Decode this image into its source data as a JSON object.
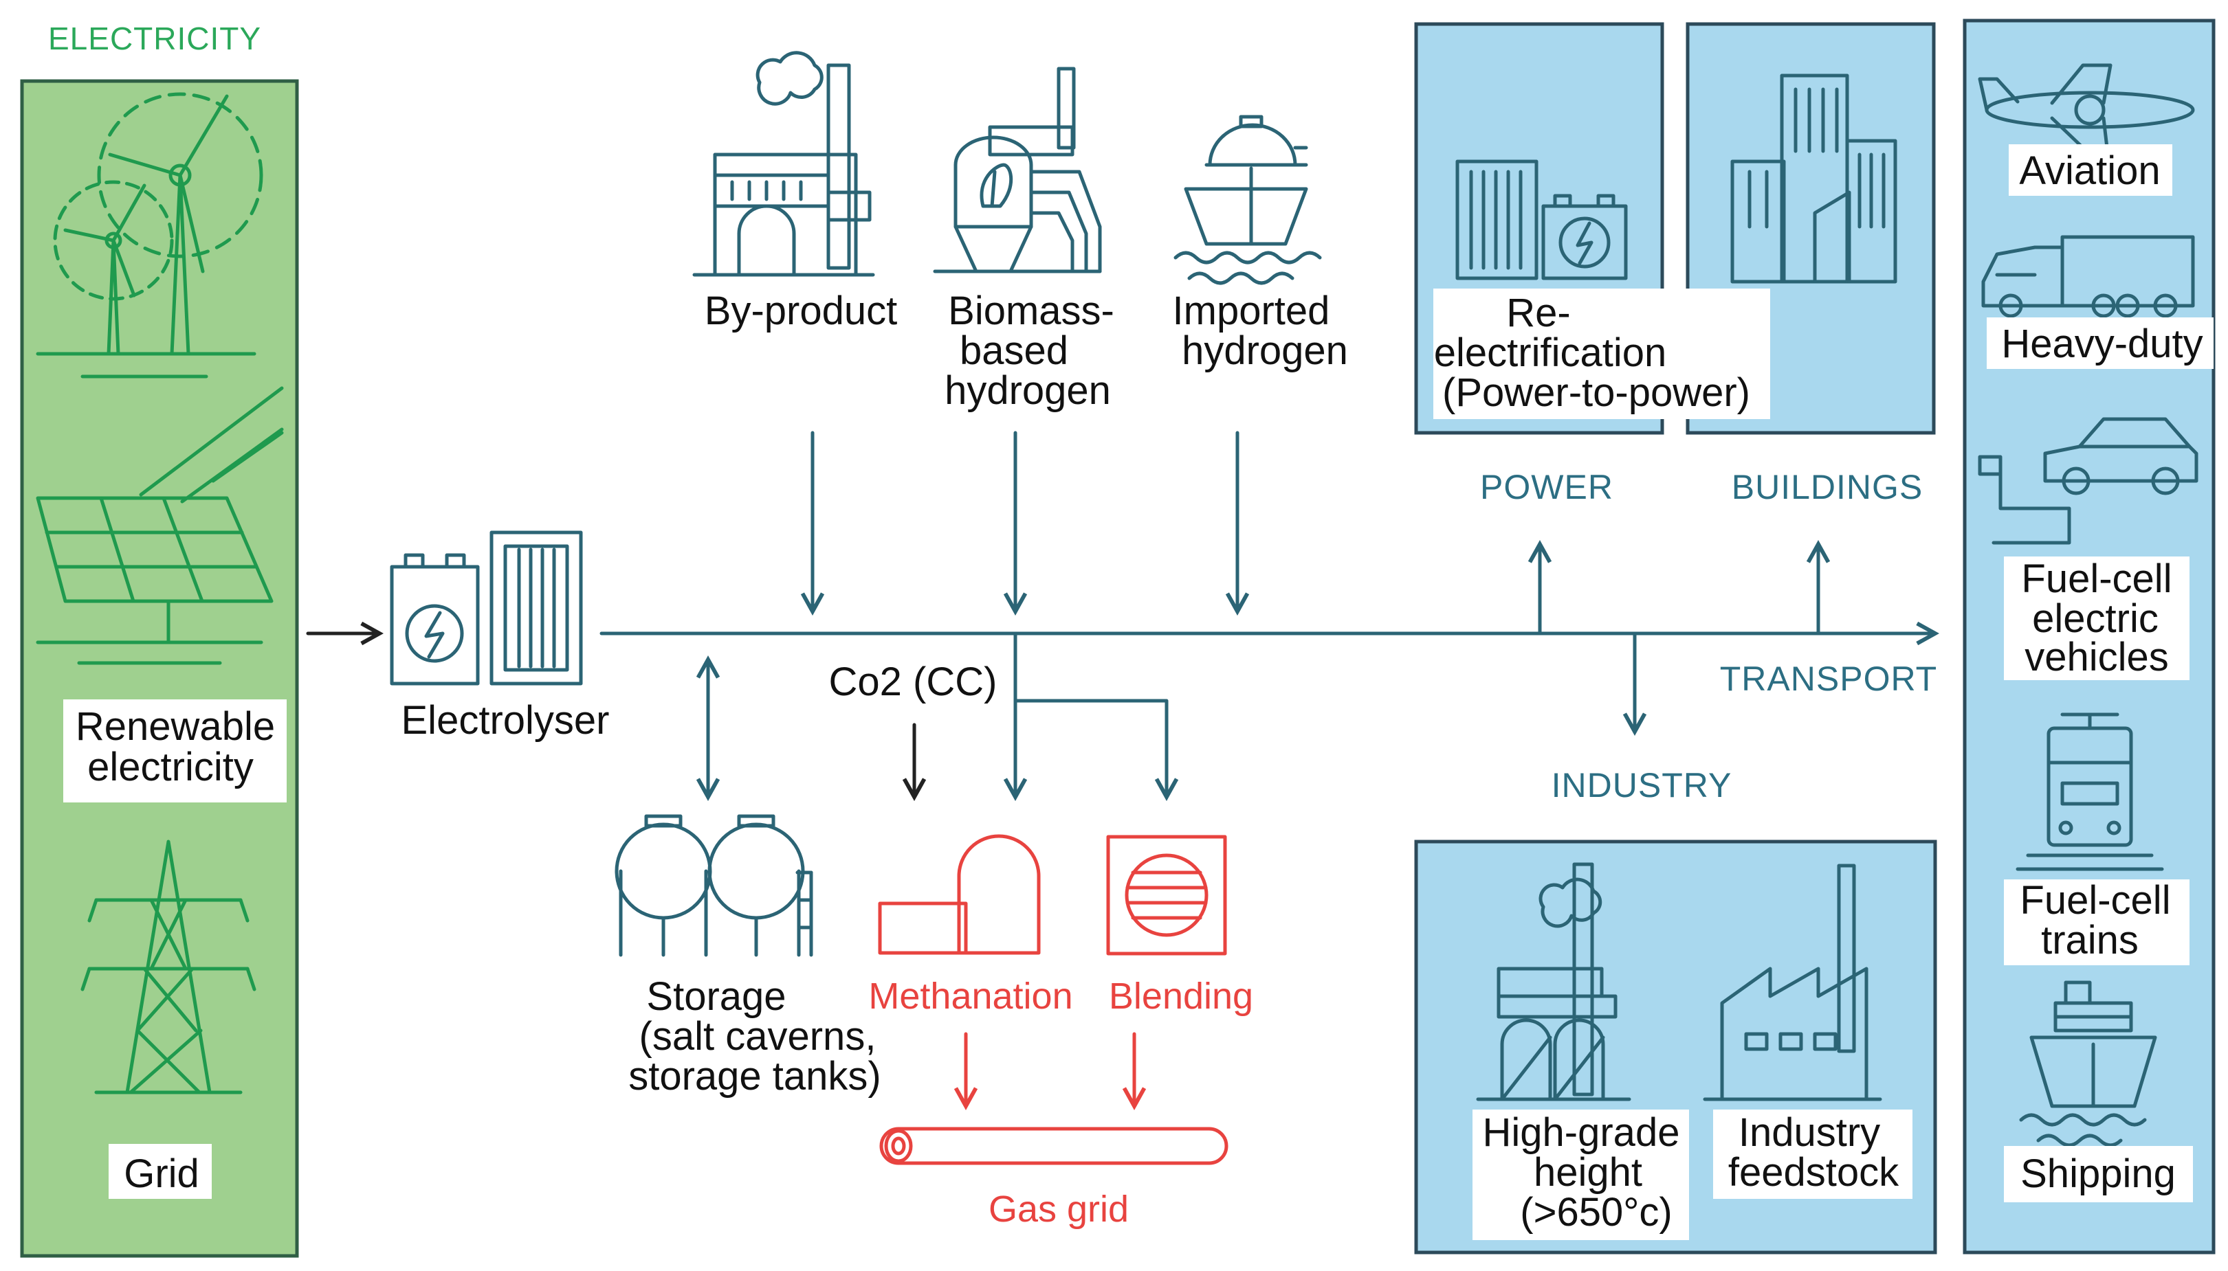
{
  "colors": {
    "electricity_panel": "#9fd08f",
    "end_use_panel": "#a9d8ee",
    "line_teal": "#2b6475",
    "accent_red": "#e8433f",
    "accent_green": "#2ba85a"
  },
  "electricity": {
    "heading": "ELECTRICITY",
    "renewable_label_1": "Renewable",
    "renewable_label_2": "electricity",
    "grid_label": "Grid"
  },
  "production": {
    "electrolyser": "Electrolyser",
    "byproduct": "By-product",
    "biomass_1": "Biomass-",
    "biomass_2": "based",
    "biomass_3": "hydrogen",
    "imported_1": "Imported",
    "imported_2": "hydrogen"
  },
  "conversion": {
    "co2": "Co2 (CC)",
    "storage_1": "Storage",
    "storage_2": "(salt caverns,",
    "storage_3": "storage tanks)",
    "methanation": "Methanation",
    "blending": "Blending",
    "gas_grid": "Gas grid"
  },
  "end_uses": {
    "power_heading": "POWER",
    "buildings_heading": "BUILDINGS",
    "industry_heading": "INDUSTRY",
    "transport_heading": "TRANSPORT",
    "reelec_1": "Re-",
    "reelec_2": "electrification",
    "reelec_3": "(Power-to-power)",
    "highgrade_1": "High-grade",
    "highgrade_2": "height",
    "highgrade_3": "(>650°c)",
    "feedstock_1": "Industry",
    "feedstock_2": "feedstock"
  },
  "transport": {
    "aviation": "Aviation",
    "heavy_duty": "Heavy-duty",
    "fcev_1": "Fuel-cell",
    "fcev_2": "electric",
    "fcev_3": "vehicles",
    "trains_1": "Fuel-cell",
    "trains_2": "trains",
    "shipping": "Shipping"
  },
  "icons": [
    "wind-turbine-icon",
    "solar-panel-icon",
    "pylon-icon",
    "electrolyser-icon",
    "factory-icon",
    "biomass-plant-icon",
    "tanker-ship-icon",
    "storage-tank-icon",
    "methanation-icon",
    "blending-icon",
    "gas-pipe-icon",
    "battery-icon",
    "buildings-icon",
    "industry-plant-icon",
    "airplane-icon",
    "truck-icon",
    "car-icon",
    "train-icon",
    "ship-icon"
  ]
}
